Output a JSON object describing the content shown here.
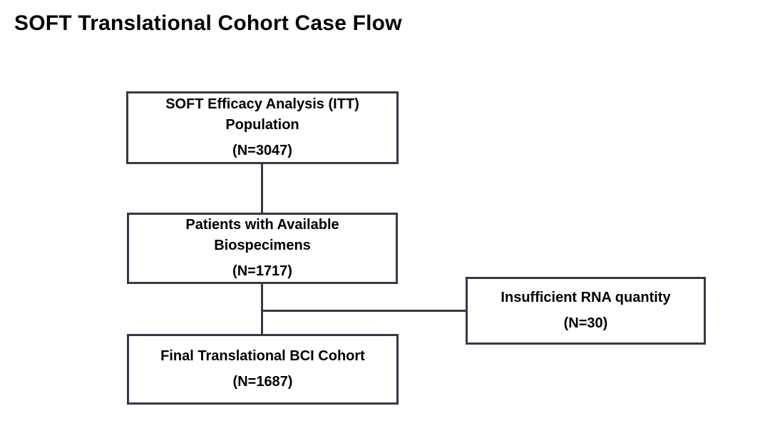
{
  "title": "SOFT Translational Cohort Case Flow",
  "flowchart": {
    "boxes": [
      {
        "id": "itt-population",
        "label": "SOFT Efficacy Analysis (ITT) Population",
        "n": "(N=3047)"
      },
      {
        "id": "available-biospecimens",
        "label": "Patients with Available Biospecimens",
        "n": "(N=1717)"
      },
      {
        "id": "insufficient-rna",
        "label": "Insufficient RNA quantity",
        "n": "(N=30)"
      },
      {
        "id": "final-cohort",
        "label": "Final Translational BCI Cohort",
        "n": "(N=1687)"
      }
    ],
    "connectors": [
      {
        "from": "itt-population",
        "to": "available-biospecimens",
        "type": "vertical"
      },
      {
        "from": "available-biospecimens",
        "to": "final-cohort",
        "type": "vertical"
      },
      {
        "from": "available-biospecimens",
        "to": "insufficient-rna",
        "type": "horizontal-branch"
      }
    ],
    "colors": {
      "line": "#333a45",
      "text": "#000000",
      "background": "#ffffff"
    }
  }
}
